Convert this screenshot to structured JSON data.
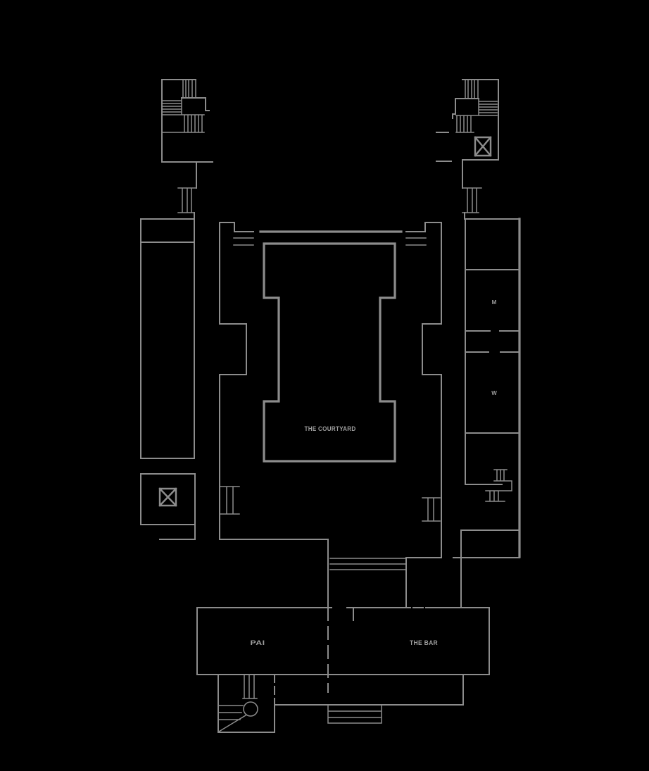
{
  "colors": {
    "background": "#000000",
    "wall": "#8c8c8c",
    "label": "#9d9d9d"
  },
  "rooms": {
    "courtyard": {
      "label": "THE COURTYARD"
    },
    "pai": {
      "label": "PAI"
    },
    "bar": {
      "label": "THE BAR"
    },
    "mens_restroom": {
      "label": "M"
    },
    "womens_restroom": {
      "label": "W"
    }
  },
  "icons": {
    "elevator_northeast": "elevator-icon",
    "elevator_southwest": "elevator-icon"
  }
}
